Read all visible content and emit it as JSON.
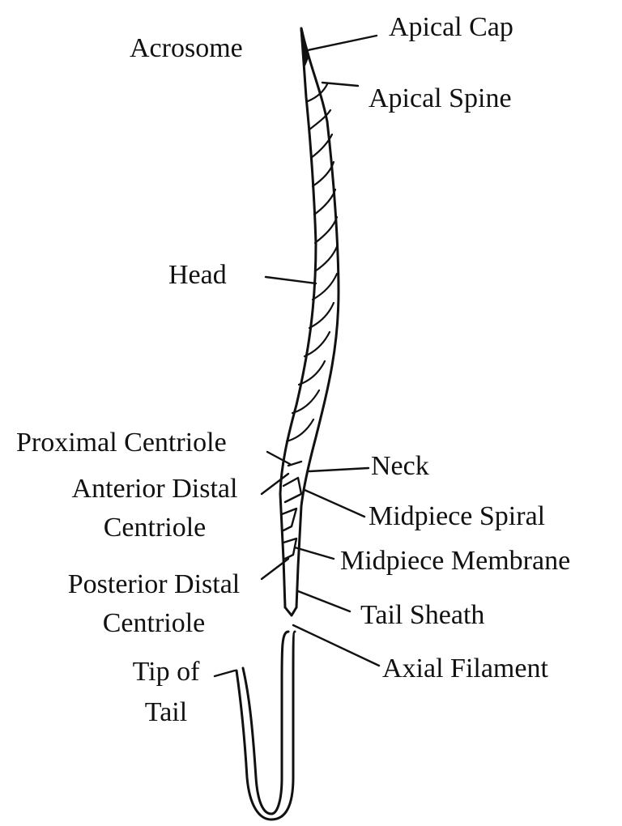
{
  "labels": {
    "acrosome": "Acrosome",
    "apical_cap": "Apical Cap",
    "apical_spine": "Apical Spine",
    "head": "Head",
    "proximal_centriole": "Proximal Centriole",
    "neck": "Neck",
    "anterior_distal_centriole_1": "Anterior Distal",
    "anterior_distal_centriole_2": "Centriole",
    "midpiece_spiral": "Midpiece Spiral",
    "midpiece_membrane": "Midpiece Membrane",
    "posterior_distal_centriole_1": "Posterior Distal",
    "posterior_distal_centriole_2": "Centriole",
    "tail_sheath": "Tail Sheath",
    "axial_filament": "Axial Filament",
    "tip_of_tail_1": "Tip of",
    "tip_of_tail_2": "Tail"
  }
}
